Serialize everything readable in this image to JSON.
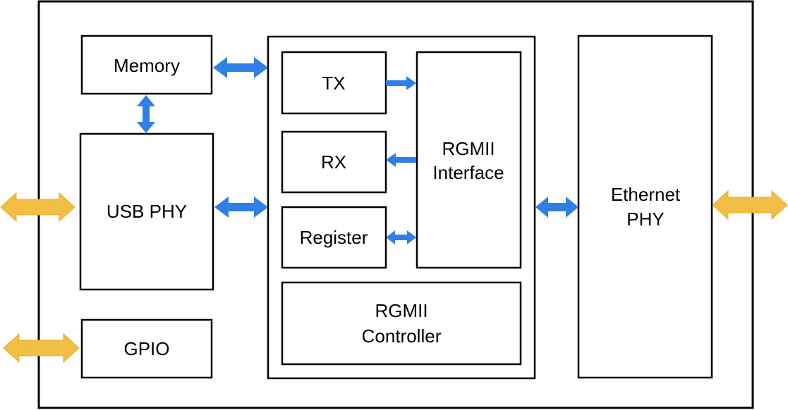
{
  "blocks": {
    "memory": "Memory",
    "usb_phy": "USB PHY",
    "gpio": "GPIO",
    "tx": "TX",
    "rx": "RX",
    "register": "Register",
    "rgmii_interface": [
      "RGMII",
      "Interface"
    ],
    "rgmii_controller": [
      "RGMII",
      "Controller"
    ],
    "ethernet_phy": [
      "Ethernet",
      "PHY"
    ]
  },
  "colors": {
    "internal_arrow": "#2f7fe6",
    "external_arrow": "#f2be44",
    "external_arrow_edge": "#e8ab2a"
  },
  "arrows": {
    "internal_icon": "double-headed-arrow",
    "external_icon": "double-headed-arrow"
  }
}
